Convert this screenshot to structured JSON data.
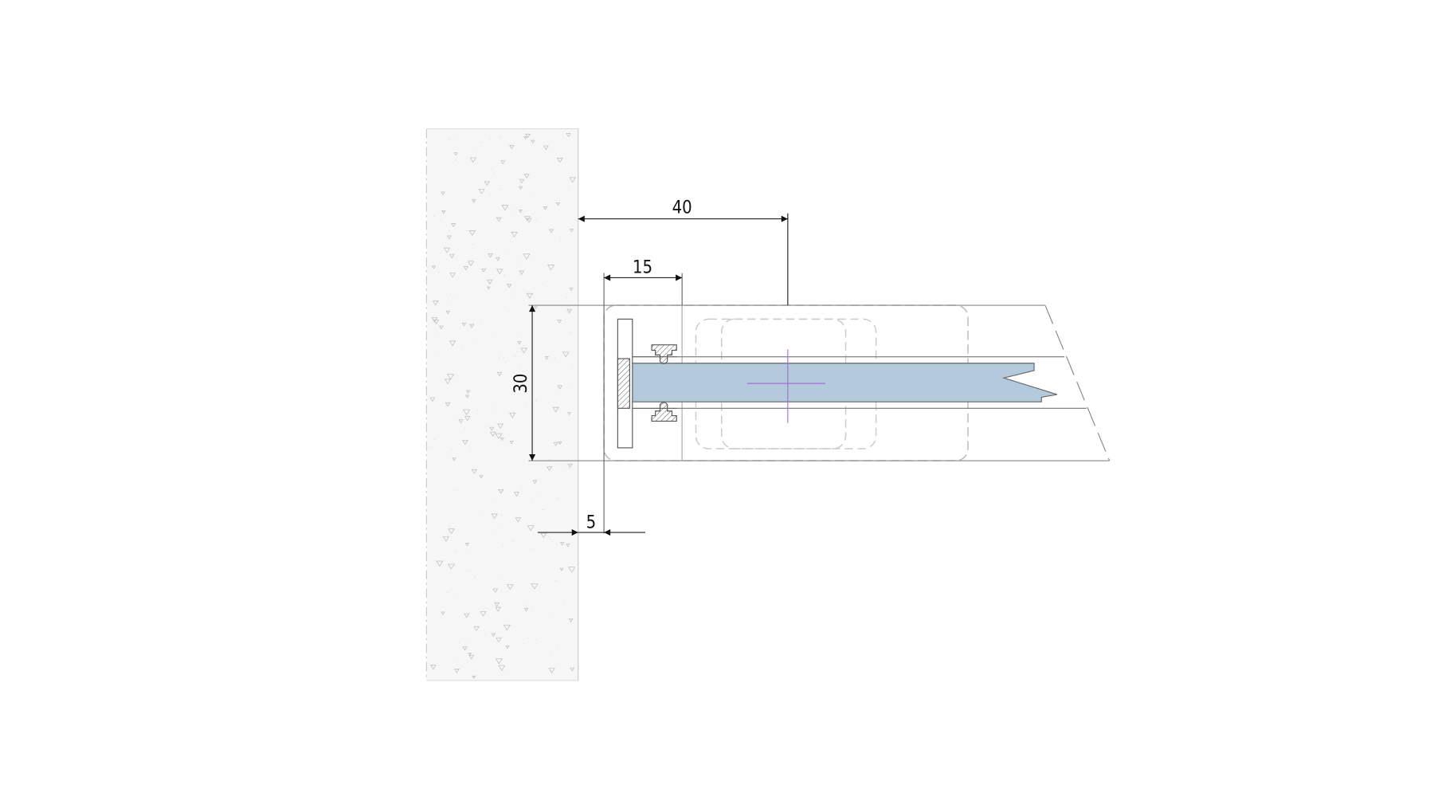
{
  "drawing": {
    "dimensions": {
      "offset_to_center": "40",
      "profile_width": "15",
      "profile_height": "30",
      "wall_gap": "5"
    },
    "colors": {
      "glass": "#b4c9dc",
      "wall": "#f6f6f6",
      "centerline": "#a070d0",
      "line": "#333333",
      "hidden": "#bbbbbb"
    }
  }
}
